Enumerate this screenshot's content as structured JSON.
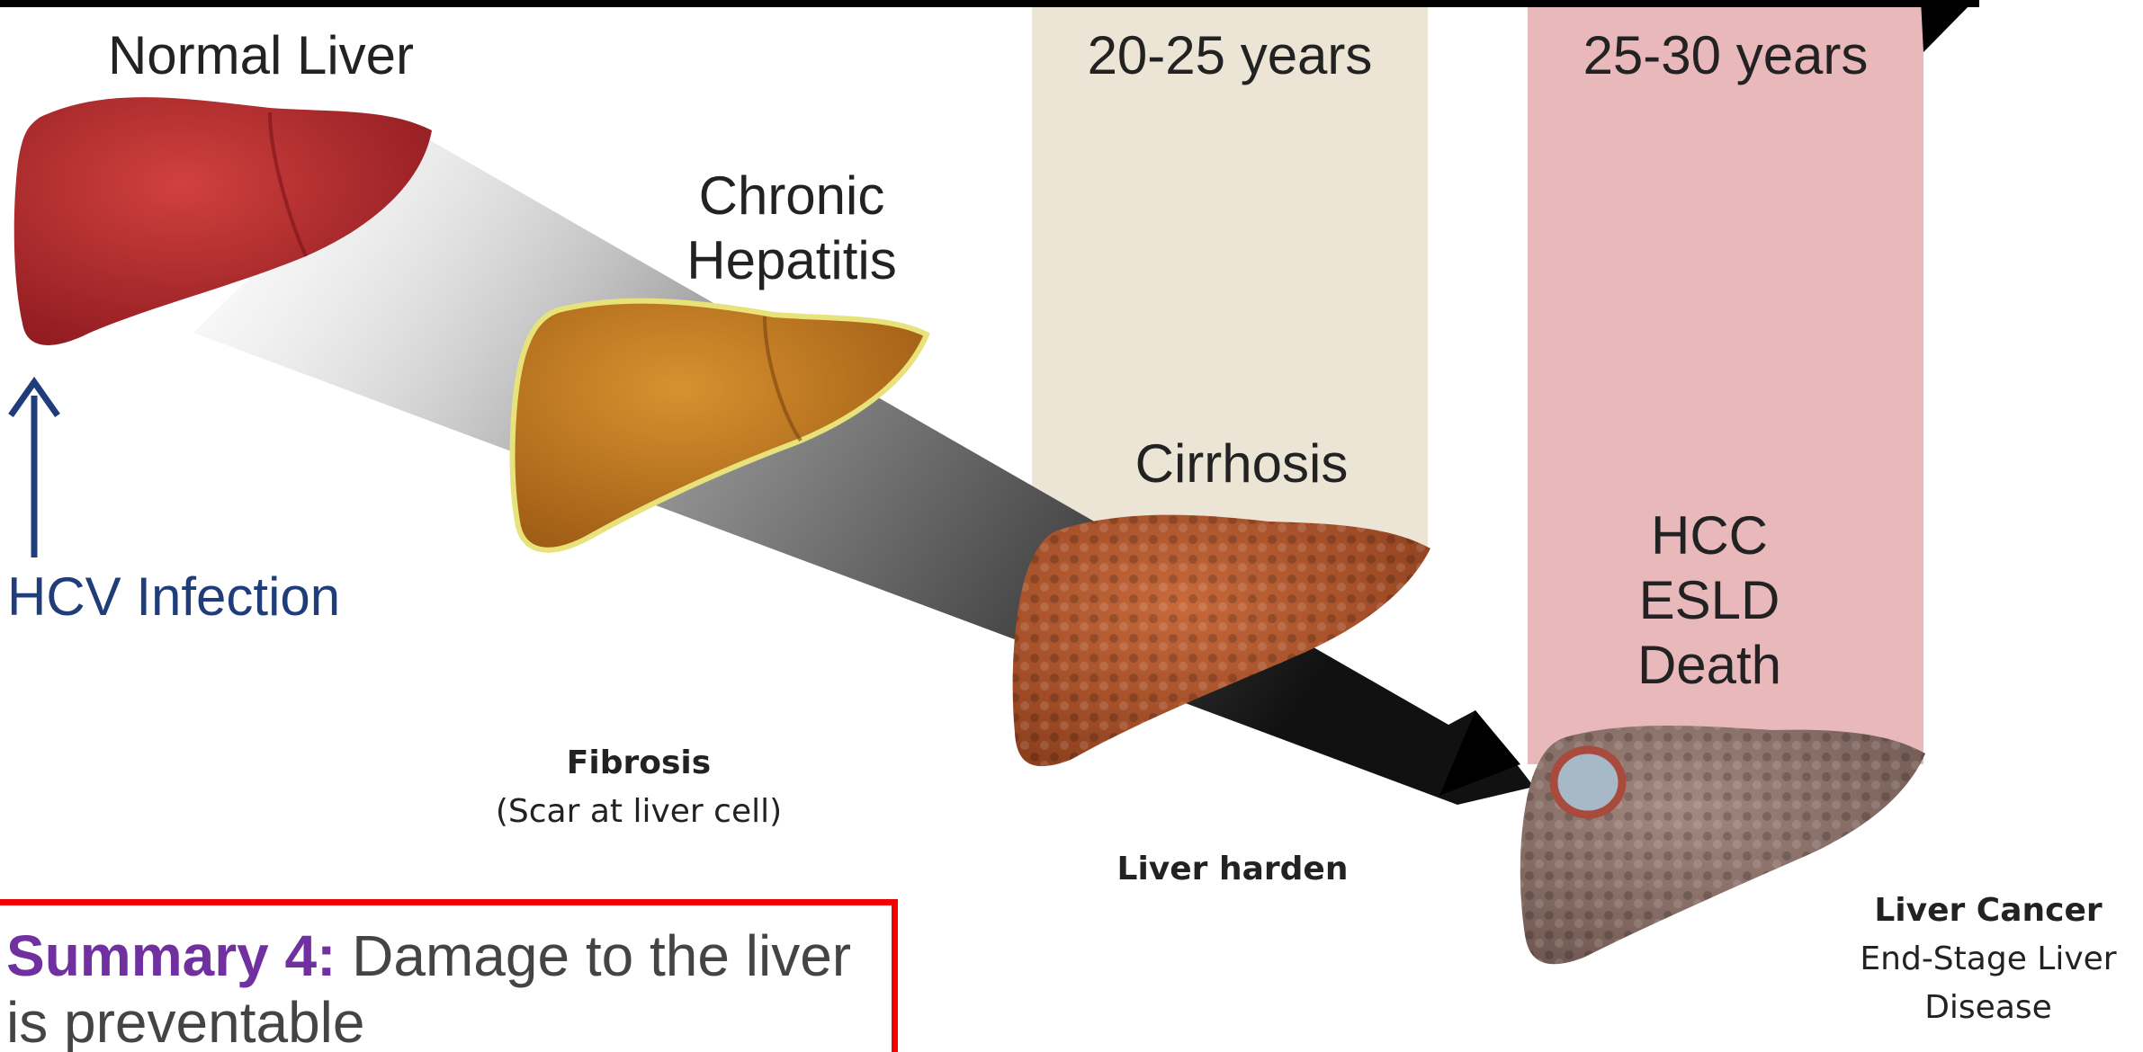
{
  "stages": {
    "normal": "Normal Liver",
    "chronic_line1": "Chronic",
    "chronic_line2": "Hepatitis",
    "cirrhosis": "Cirrhosis",
    "hcc": "HCC",
    "esld": "ESLD",
    "death": "Death"
  },
  "bands": {
    "band1": "20-25 years",
    "band2": "25-30 years"
  },
  "infection": "HCV Infection",
  "captions": {
    "fibrosis_title": "Fibrosis",
    "fibrosis_sub": "(Scar at liver cell)",
    "harden": "Liver harden",
    "cancer_title": "Liver Cancer",
    "cancer_sub1": "End-Stage Liver",
    "cancer_sub2": "Disease"
  },
  "summary": {
    "label": "Summary 4:",
    "text": "Damage to the liver is preventable"
  },
  "colors": {
    "normal_liver": "#b5252b",
    "chronic_liver": "#c07a22",
    "cirrhosis_liver": "#b4502e",
    "cancer_liver": "#8c7068",
    "band1": "#ece4d5",
    "band2": "#e9b8bb",
    "infection_arrow": "#1f3d7a",
    "summary_border": "#f00000",
    "summary_label": "#7030a0"
  }
}
